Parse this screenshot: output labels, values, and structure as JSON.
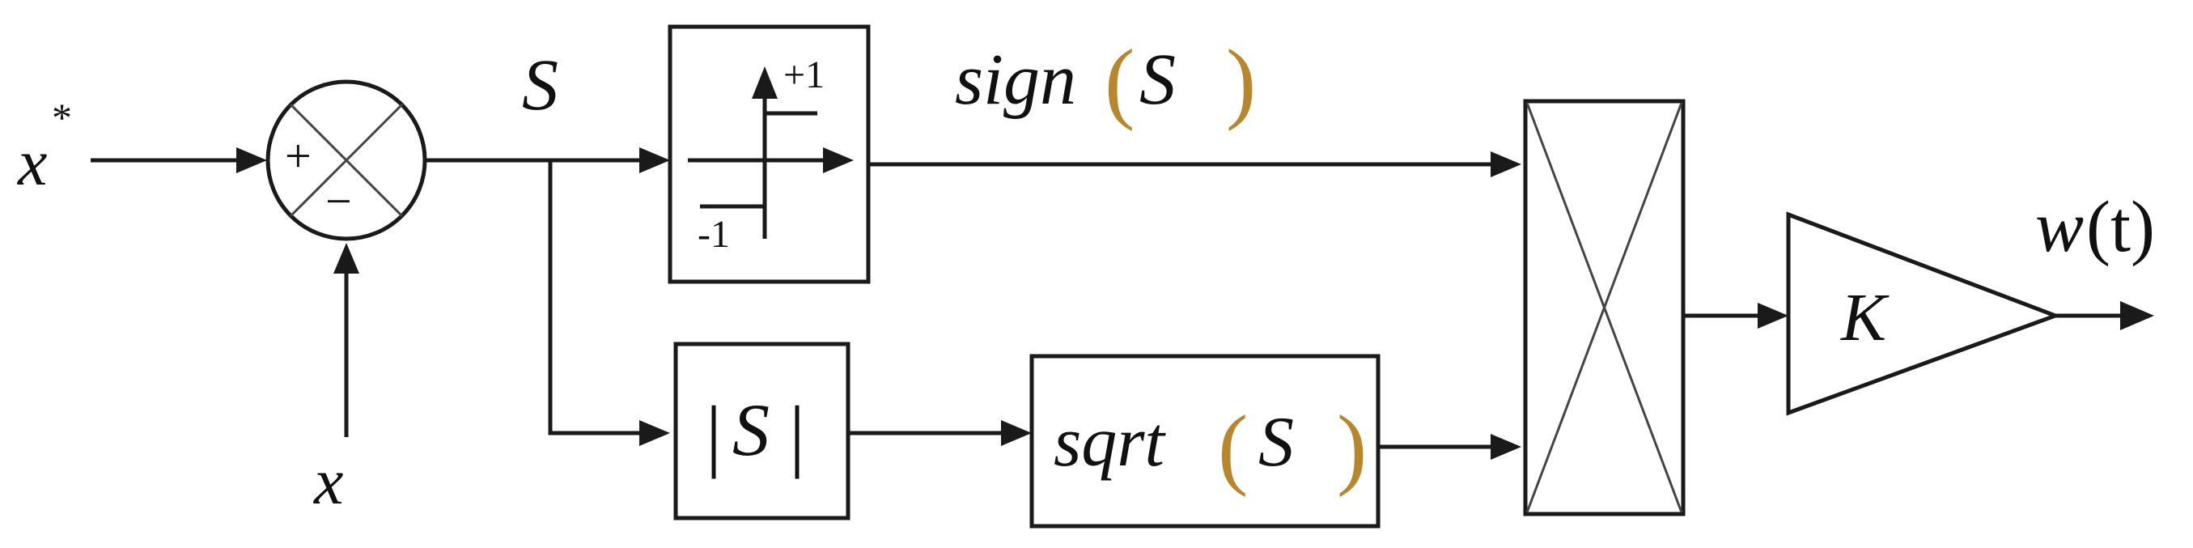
{
  "signals": {
    "setpoint": "x",
    "setpoint_sup": "*",
    "feedback": "x",
    "error": "S",
    "output_italic": "w",
    "output_arg": "(t)"
  },
  "summing_junction": {
    "plus": "+",
    "minus": "−"
  },
  "relay_block": {
    "upper_level": "+1",
    "lower_level": "-1"
  },
  "sign_label": {
    "func": "sign",
    "open": "(",
    "arg": "S",
    "close": ")"
  },
  "abs_block": {
    "bar_left": "|",
    "arg": "S",
    "bar_right": "|"
  },
  "sqrt_block": {
    "func": "sqrt",
    "open": "(",
    "arg": "S",
    "close": ")"
  },
  "gain_block": {
    "label": "K"
  },
  "colors": {
    "line": "#1a1a1a",
    "paren_accent": "#b8862b"
  }
}
